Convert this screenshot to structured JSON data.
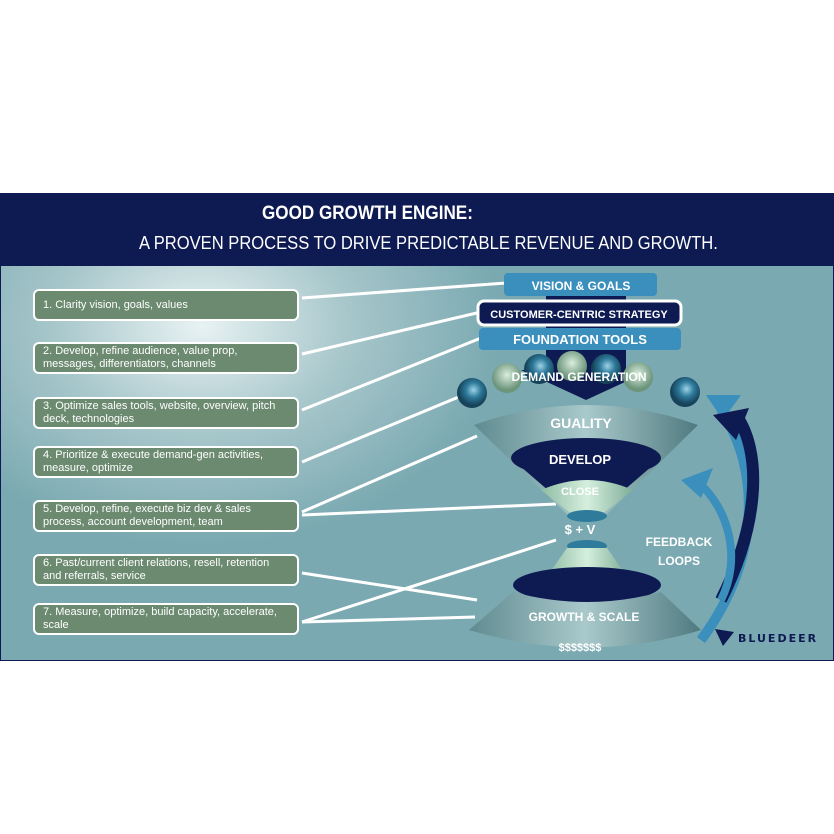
{
  "header": {
    "title": "GOOD GROWTH ENGINE:",
    "subtitle": "A PROVEN PROCESS TO DRIVE PREDICTABLE REVENUE AND GROWTH."
  },
  "steps": [
    "1. Clarity vision, goals, values",
    "2. Develop, refine audience, value prop, messages, differentiators, channels",
    "3. Optimize sales tools, website, overview, pitch deck, technologies",
    "4. Prioritize & execute demand-gen activities, measure, optimize",
    "5. Develop, refine, execute  biz dev & sales process, account development, team",
    "6. Past/current client relations, resell, retention and referrals, service",
    "7. Measure, optimize, build capacity, accelerate, scale"
  ],
  "engine": {
    "vision": "VISION & GOALS",
    "strategy": "CUSTOMER-CENTRIC STRATEGY",
    "foundation": "FOUNDATION TOOLS",
    "demand": "DEMAND GENERATION",
    "quality": "GUALITY",
    "develop": "DEVELOP",
    "close": "CLOSE",
    "value": "$ + V",
    "growth": "GROWTH & SCALE",
    "money": "$$$$$$$",
    "feedback1": "FEEDBACK",
    "feedback2": "LOOPS"
  },
  "brand": "BLUEDEER"
}
